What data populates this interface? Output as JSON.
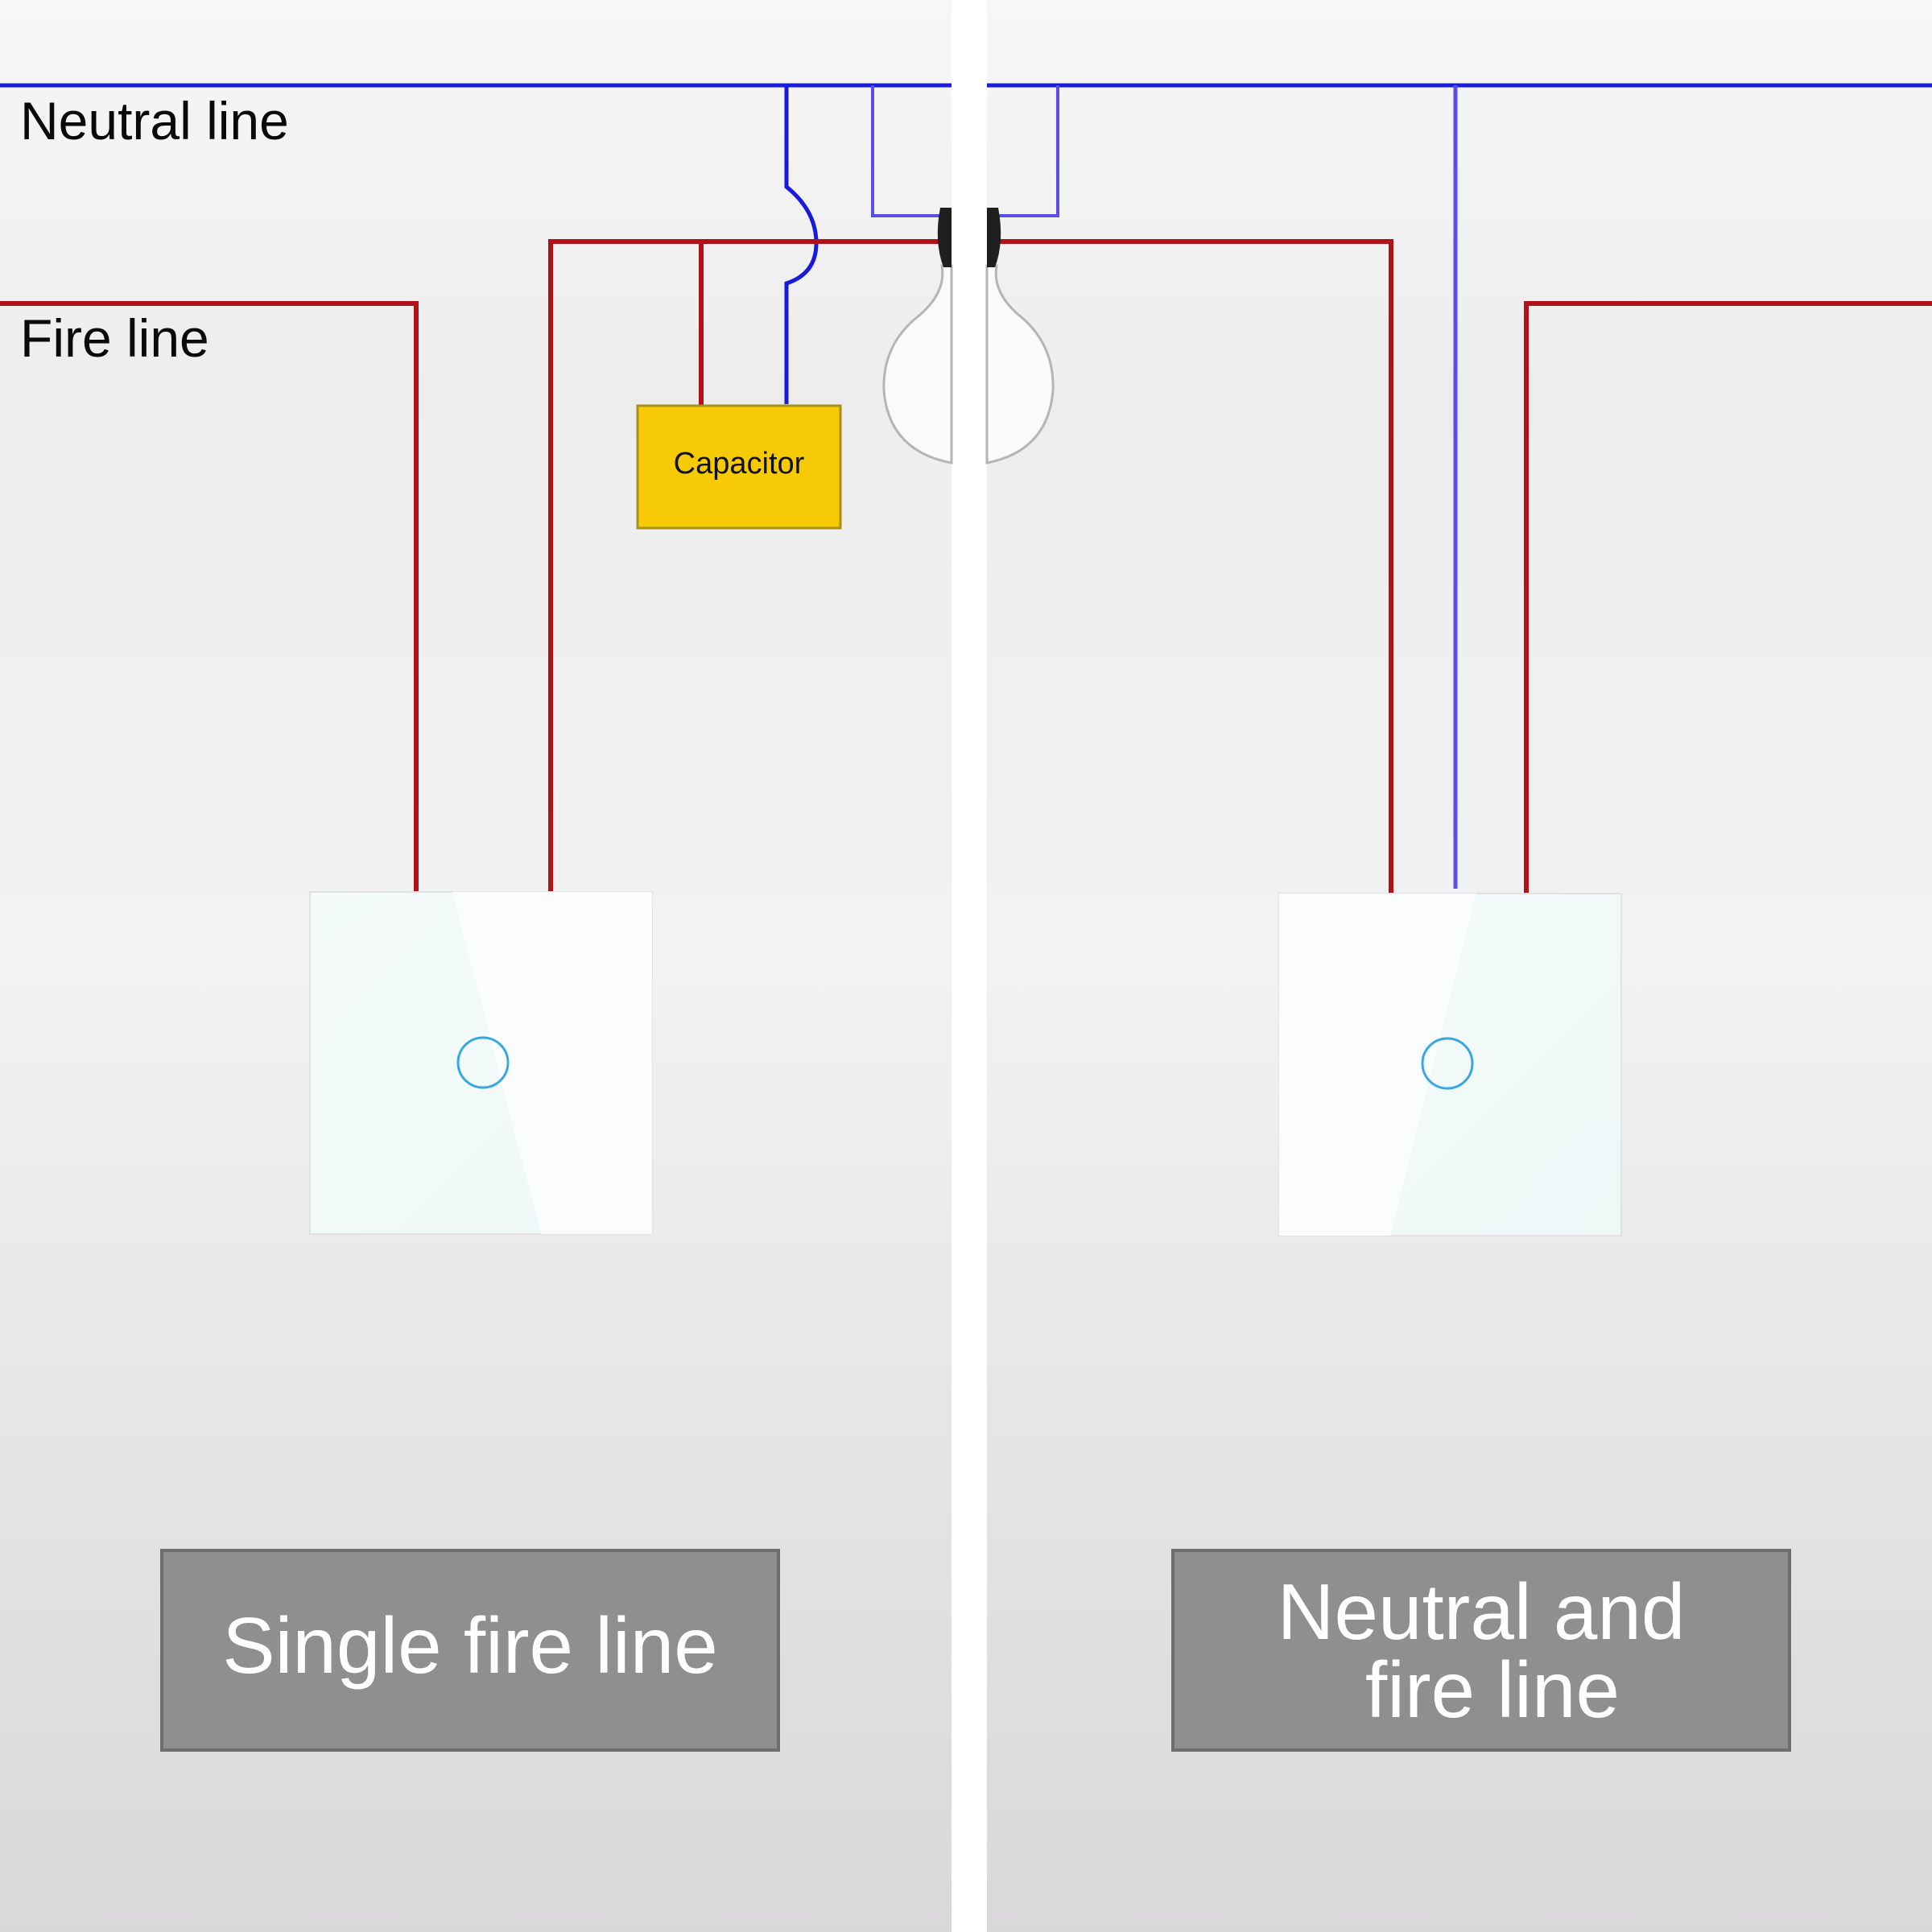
{
  "labels": {
    "neutral_line": "Neutral line",
    "fire_line": "Fire line",
    "capacitor": "Capacitor"
  },
  "panels": {
    "left": {
      "caption": "Single fire line"
    },
    "right": {
      "caption_line1": "Neutral and",
      "caption_line2": "fire line"
    }
  },
  "colors": {
    "neutral_wire": "#1a1adc",
    "neutral_wire_light": "#5a4ee6",
    "fire_wire": "#b01218",
    "capacitor": "#f7ca06",
    "caption_box": "#8f8f8f",
    "switch_ring": "#3aa8e0"
  },
  "icons": {
    "bulb": "light-bulb-icon",
    "switch_button": "touch-button-icon"
  }
}
